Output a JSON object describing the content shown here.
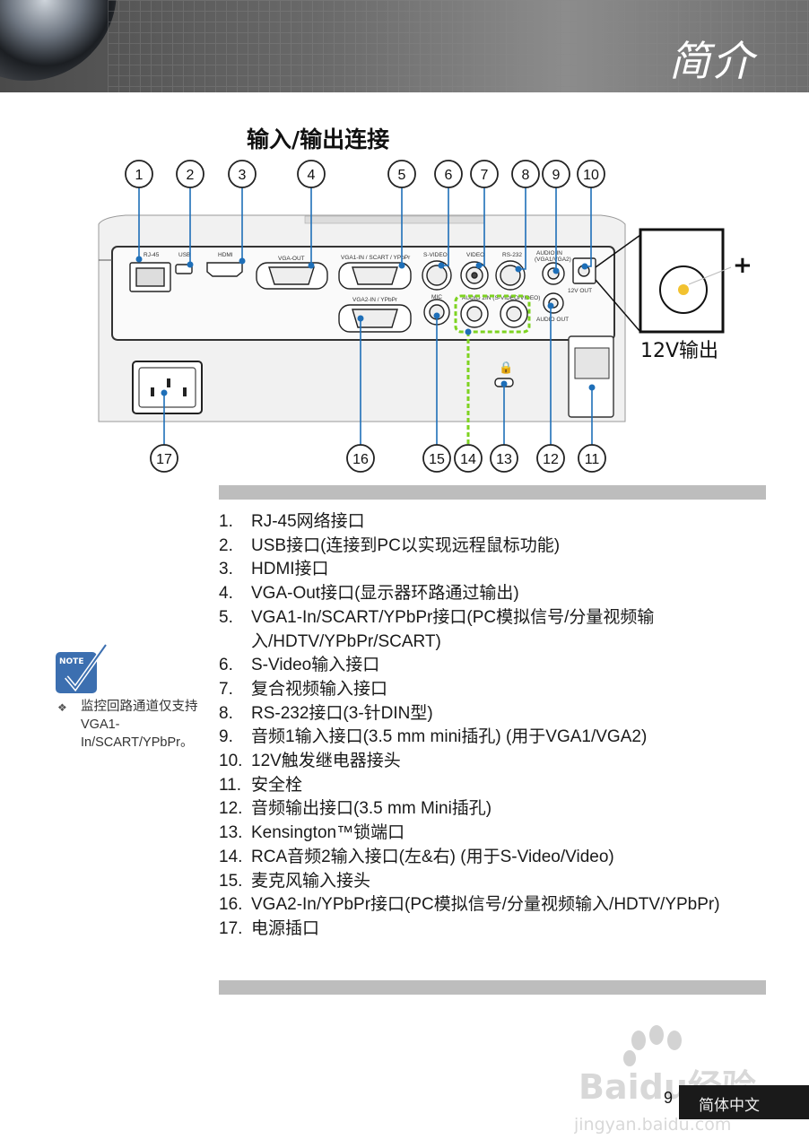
{
  "header": {
    "section_title": "简介"
  },
  "diagram": {
    "title": "输入/输出连接",
    "callouts_top": [
      "1",
      "2",
      "3",
      "4",
      "5",
      "6",
      "7",
      "8",
      "9",
      "10"
    ],
    "callouts_bottom": [
      "17",
      "16",
      "15",
      "14",
      "13",
      "12",
      "11"
    ],
    "port_labels": {
      "rj45": "RJ-45",
      "usb": "USB",
      "hdmi": "HDMI",
      "vga_out": "VGA-OUT",
      "vga1_in": "VGA1-IN / SCART / YPbPr",
      "svideo": "S-VIDEO",
      "video": "VIDEO",
      "rs232": "RS-232",
      "audio_in": "AUDIO IN",
      "audio_in_sub": "(VGA1/VGA2)",
      "out12v": "12V OUT",
      "vga2_in": "VGA2-IN / YPbPr",
      "mic": "MIC",
      "audio_out": "AUDIO OUT",
      "audio2": "AUDIO 2IN (S-VIDEO/VIDEO)"
    },
    "inset_plus": "+",
    "inset_label": "12V输出"
  },
  "list": [
    {
      "n": "1.",
      "t": "RJ-45网络接口"
    },
    {
      "n": "2.",
      "t": "USB接口(连接到PC以实现远程鼠标功能)"
    },
    {
      "n": "3.",
      "t": "HDMI接口"
    },
    {
      "n": "4.",
      "t": "VGA-Out接口(显示器环路通过输出)"
    },
    {
      "n": "5.",
      "t": "VGA1-In/SCART/YPbPr接口(PC模拟信号/分量视频输入/HDTV/YPbPr/SCART)"
    },
    {
      "n": "6.",
      "t": "S-Video输入接口"
    },
    {
      "n": "7.",
      "t": "复合视频输入接口"
    },
    {
      "n": "8.",
      "t": "RS-232接口(3-针DIN型)"
    },
    {
      "n": "9.",
      "t": "音频1输入接口(3.5 mm mini插孔) (用于VGA1/VGA2)"
    },
    {
      "n": "10.",
      "t": "12V触发继电器接头"
    },
    {
      "n": "11.",
      "t": "安全栓"
    },
    {
      "n": "12.",
      "t": "音频输出接口(3.5 mm Mini插孔)"
    },
    {
      "n": "13.",
      "t": "Kensington™锁端口"
    },
    {
      "n": "14.",
      "t": "RCA音频2输入接口(左&右) (用于S-Video/Video)"
    },
    {
      "n": "15.",
      "t": "麦克风输入接头"
    },
    {
      "n": "16.",
      "t": "VGA2-In/YPbPr接口(PC模拟信号/分量视频输入/HDTV/YPbPr)"
    },
    {
      "n": "17.",
      "t": "电源插口"
    }
  ],
  "note": {
    "icon_label": "NOTE",
    "bullet": "❖",
    "text": "监控回路通道仅支持VGA1-In/SCART/YPbPr。"
  },
  "footer": {
    "page": "9",
    "language": "简体中文"
  },
  "watermark": {
    "logo": "Baidu经验",
    "url": "jingyan.baidu.com"
  }
}
